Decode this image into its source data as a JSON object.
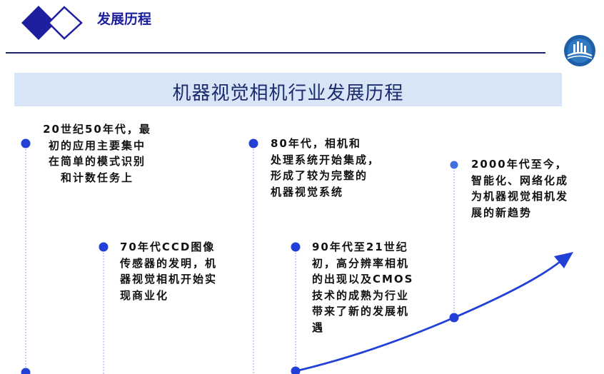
{
  "header": {
    "title": "发展历程",
    "accent_color": "#1b1f9c"
  },
  "banner": {
    "title": "机器视觉相机行业发展历程",
    "background": "#d7e5f6"
  },
  "milestones": [
    {
      "text": "20世纪50年代，最\n初的应用主要集中\n在简单的模式识别\n和计数任务上"
    },
    {
      "text": "70年代CCD图像\n传感器的发明，机\n器视觉相机开始实\n现商业化"
    },
    {
      "text": "80年代，相机和\n处理系统开始集成，\n形成了较为完整的\n机器视觉系统"
    },
    {
      "text": "90年代至21世纪\n初，高分辨率相机\n的出现以及CMOS\n技术的成熟为行业\n带来了新的发展机\n遇"
    },
    {
      "text": "2000年代至今，\n智能化、网络化成\n为机器视觉相机发\n展的新趋势"
    }
  ],
  "icons": {
    "logo": "double-diamond-icon",
    "brand": "company-emblem-icon",
    "trend": "trend-arrow-icon"
  },
  "colors": {
    "dot": "#2340d6",
    "line": "#3b5bdb",
    "rule": "#1a2466"
  }
}
